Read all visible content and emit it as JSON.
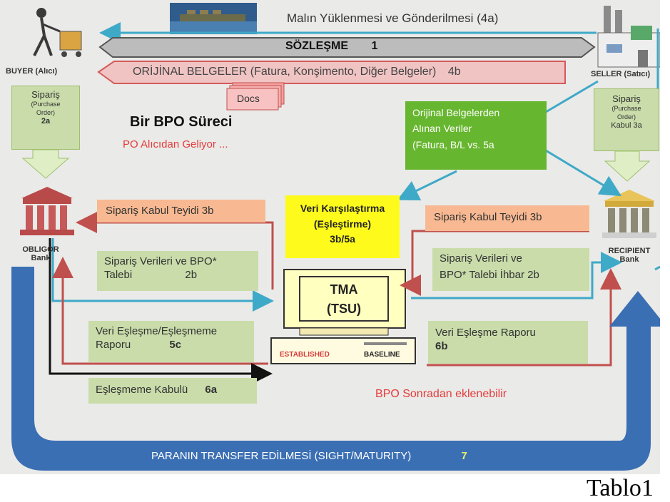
{
  "top_banner": {
    "shipping_label": "Malın Yüklenmesi ve Gönderilmesi (4a)",
    "contract_label": "SÖZLEŞME",
    "contract_step": "1",
    "documents_label": "ORİJİNAL BELGELER (Fatura, Konşimento, Diğer Belgeler)",
    "documents_step": "4b",
    "docs_tag": "Docs"
  },
  "buyer": {
    "name": "BUYER (Alıcı)",
    "order_title": "Sipariş",
    "order_subtitle": "(Purchase Order)",
    "order_step": "2a"
  },
  "seller": {
    "name": "SELLER (Satıcı)",
    "order_title": "Sipariş",
    "order_subtitle": "(Purchase Order)",
    "order_accept": "Kabul 3a"
  },
  "title_block": {
    "title": "Bir BPO Süreci",
    "subtitle": "PO Alıcıdan Geliyor ..."
  },
  "original_data_box": {
    "line1": "Orijinal Belgelerden",
    "line2": "Alınan Veriler",
    "line3": "(Fatura, B/L vs. 5a"
  },
  "comparison_box": {
    "line1": "Veri Karşılaştırma",
    "line2": "(Eşleştirme)",
    "line3": "3b/5a"
  },
  "left_boxes": {
    "confirm": "Sipariş Kabul Teyidi 3b",
    "order_data_line1": "Sipariş Verileri ve BPO*",
    "order_data_line2": "Talebi",
    "order_data_step": "2b",
    "match_report_line1": "Veri Eşleşme/Eşleşmeme",
    "match_report_line2": "Raporu",
    "match_report_step": "5c",
    "mismatch_accept": "Eşleşmeme Kabulü",
    "mismatch_step": "6a"
  },
  "right_boxes": {
    "confirm": "Sipariş Kabul Teyidi 3b",
    "order_data_line1": "Sipariş Verileri ve",
    "order_data_line2": "BPO* Talebi İhbar 2b",
    "match_report_line1": "Veri Eşleşme Raporu",
    "match_report_step": "6b"
  },
  "banks": {
    "obligor": [
      "OBLIGOR",
      "Bank"
    ],
    "recipient": [
      "RECIPIENT",
      "Bank"
    ]
  },
  "tma": {
    "line1": "TMA",
    "line2": "(TSU)",
    "established": "ESTABLISHED",
    "baseline": "BASELINE"
  },
  "note": "BPO Sonradan eklenebilir",
  "payment": {
    "label": "PARANIN TRANSFER EDİLMESİ  (SIGHT/MATURITY)",
    "step": "7"
  },
  "footer_label": "Tablo1",
  "colors": {
    "canvas": "#eaeae8",
    "green_box": "#c9dcaa",
    "salmon_box": "#f8b992",
    "lime_box": "#67b62f",
    "yellow_box": "#fefb1c",
    "flow_blue": "#3b6fb3",
    "arrow_cyan": "#3fa9c8",
    "arrow_red": "#c0504d",
    "title_black": "#111111",
    "subtitle_red": "#e53b3b"
  }
}
